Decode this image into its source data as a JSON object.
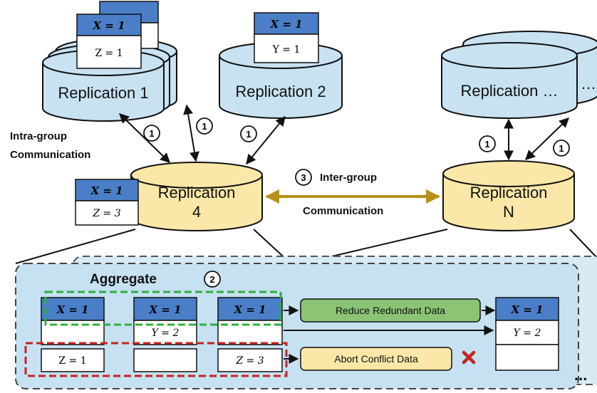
{
  "replications": {
    "r1": "Replication 1",
    "r2": "Replication 2",
    "r3": "Replication …",
    "r4_line1": "Replication",
    "r4_line2": "4",
    "rn_line1": "Replication",
    "rn_line2": "N",
    "r3_ellipsis": "…"
  },
  "labels": {
    "intra_line1": "Intra-group",
    "intra_line2": "Communication",
    "inter_line1": "Inter-group",
    "inter_line2": "Communication",
    "aggregate": "Aggregate",
    "step1": "1",
    "step2": "2",
    "step3": "3",
    "ellipsis": "..."
  },
  "cells": {
    "x1": "X = 1",
    "z1": "Z = 1",
    "y1": "Y = 1",
    "z3": "Z = 3",
    "y2": "Y = 2"
  },
  "actions": {
    "reduce": "Reduce Redundant Data",
    "abort": "Abort Conflict Data"
  },
  "colors": {
    "blue": "#4a7fc8",
    "lightblue": "#c8e2f2",
    "yellow": "#fbe8a8",
    "green": "#8bc474",
    "gold": "#b8901a",
    "dashgreen": "#2eae3a",
    "dashred": "#c42323"
  }
}
